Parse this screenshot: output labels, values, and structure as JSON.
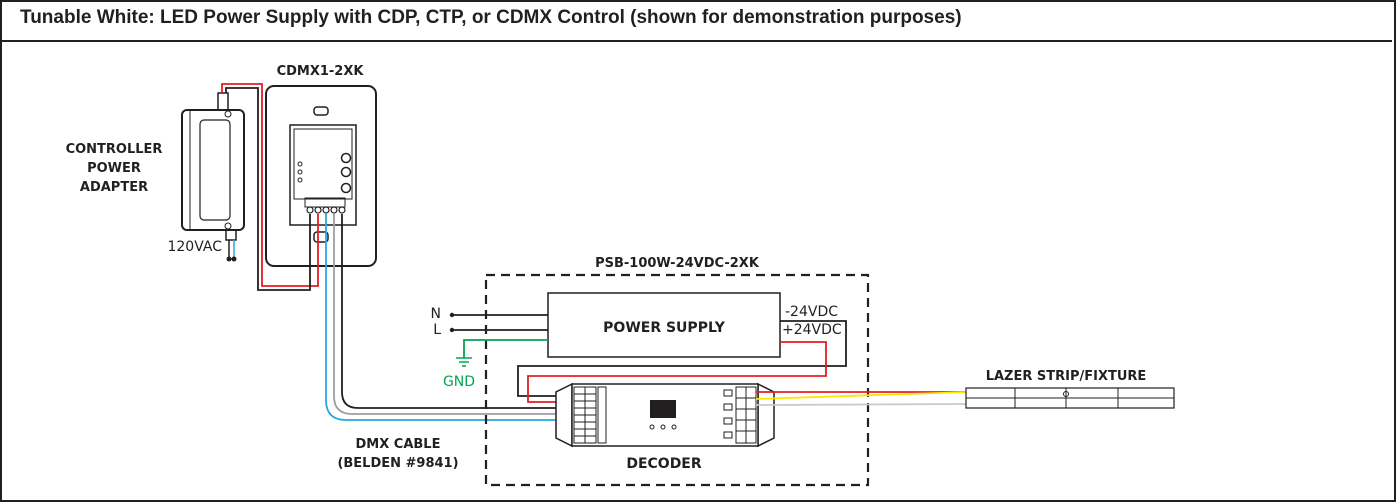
{
  "title": "Tunable White: LED Power Supply with CDP, CTP, or CDMX Control (shown for demonstration purposes)",
  "labels": {
    "controller": "CDMX1-2XK",
    "power_adapter_line1": "CONTROLLER",
    "power_adapter_line2": "POWER",
    "power_adapter_line3": "ADAPTER",
    "mains": "120VAC",
    "psu_model": "PSB-100W-24VDC-2XK",
    "power_supply": "POWER SUPPLY",
    "neutral": "N",
    "line": "L",
    "ground": "GND",
    "neg_out": "-24VDC",
    "pos_out": "+24VDC",
    "fixture": "LAZER STRIP/FIXTURE",
    "dmx_cable_line1": "DMX CABLE",
    "dmx_cable_line2": "(BELDEN #9841)",
    "decoder": "DECODER"
  },
  "colors": {
    "outline": "#231f20",
    "positive_wire": "#e31e24",
    "negative_wire": "#231f20",
    "dmx_wire_a": "#29a8e0",
    "dmx_wire_b": "#9d9fa2",
    "ground_wire": "#00a651",
    "ground_label": "#00a651",
    "warm_channel": "#ffe600",
    "cool_channel": "#c8c8c8"
  }
}
